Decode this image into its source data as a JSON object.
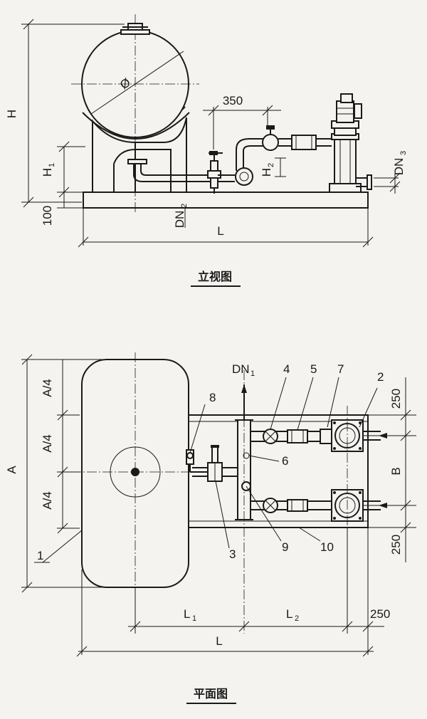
{
  "elevation": {
    "caption": "立视图",
    "dim_350": "350",
    "label_H": "H",
    "label_H1": "H",
    "label_H1_sub": "1",
    "label_H2": "H",
    "label_H2_sub": "2",
    "label_100": "100",
    "label_DN2": "DN",
    "label_DN2_sub": "2",
    "label_DN3": "DN",
    "label_DN3_sub": "3",
    "label_L": "L",
    "label_phi": "Ø"
  },
  "plan": {
    "caption": "平面图",
    "label_A": "A",
    "label_A4_1": "A/4",
    "label_A4_2": "A/4",
    "label_A4_3": "A/4",
    "label_DN1": "DN",
    "label_DN1_sub": "1",
    "label_B": "B",
    "dim_250_top": "250",
    "dim_250_bottom": "250",
    "dim_250_right": "250",
    "label_L1": "L",
    "label_L1_sub": "1",
    "label_L2": "L",
    "label_L2_sub": "2",
    "label_L": "L",
    "parts": [
      "1",
      "2",
      "3",
      "4",
      "5",
      "6",
      "7",
      "8",
      "9",
      "10"
    ]
  }
}
